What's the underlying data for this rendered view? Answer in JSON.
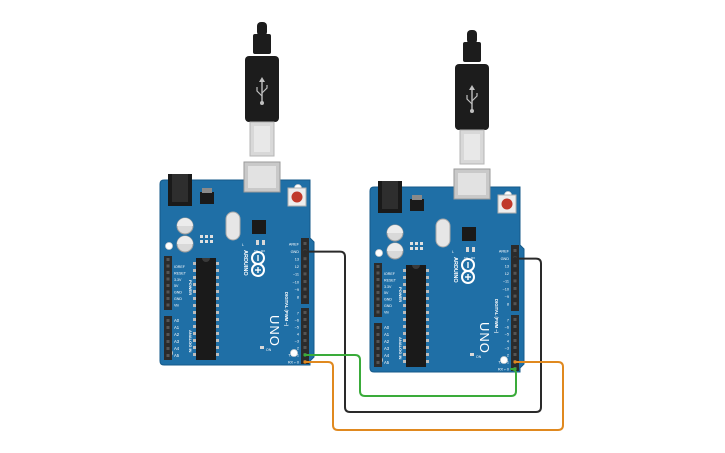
{
  "boards": [
    {
      "id": "left",
      "logo": "ARDUINO",
      "model": "UNO",
      "chip_label": "TX",
      "digital_header_label": "DIGITAL (PWM ~)",
      "digital_pins": [
        "AREF",
        "GND",
        "13",
        "12",
        "~11",
        "~10",
        "~9",
        "8",
        "7",
        "~6",
        "~5",
        "4",
        "~3",
        "2",
        "TX→1",
        "RX←0"
      ],
      "power_label": "POWER",
      "power_pins": [
        "IOREF",
        "RESET",
        "3.3V",
        "5V",
        "GND",
        "GND",
        "Vin"
      ],
      "analog_label": "ANALOG IN",
      "analog_pins": [
        "A0",
        "A1",
        "A2",
        "A3",
        "A4",
        "A5"
      ],
      "led_labels": [
        "TX",
        "RX"
      ],
      "on_label": "ON",
      "l_label": "L"
    },
    {
      "id": "right",
      "logo": "ARDUINO",
      "model": "UNO",
      "chip_label": "TX",
      "digital_header_label": "DIGITAL (PWM ~)",
      "digital_pins": [
        "AREF",
        "GND",
        "13",
        "12",
        "~11",
        "~10",
        "~9",
        "8",
        "7",
        "~6",
        "~5",
        "4",
        "~3",
        "2",
        "TX→1",
        "RX←0"
      ],
      "power_label": "POWER",
      "power_pins": [
        "IOREF",
        "RESET",
        "3.3V",
        "5V",
        "GND",
        "GND",
        "Vin"
      ],
      "analog_label": "ANALOG IN",
      "analog_pins": [
        "A0",
        "A1",
        "A2",
        "A3",
        "A4",
        "A5"
      ],
      "led_labels": [
        "TX",
        "RX"
      ],
      "on_label": "ON",
      "l_label": "L"
    }
  ],
  "wires": [
    {
      "name": "gnd-to-gnd-wire",
      "color": "#2a2a2a",
      "from": "left.GND",
      "to": "right.GND"
    },
    {
      "name": "tx-to-rx-wire",
      "color": "#3aab3a",
      "from": "left.TX→1",
      "to": "right.RX←0"
    },
    {
      "name": "rx-to-tx-wire",
      "color": "#e0891f",
      "from": "left.RX←0",
      "to": "right.TX→1"
    }
  ],
  "colors": {
    "board": "#1f6fa6",
    "board_edge": "#155a8a",
    "header": "#2b2b2b",
    "usb_cable": "#1c1c1c",
    "usb_metal": "#d8d8d8",
    "reset_button": "#c0392b"
  }
}
